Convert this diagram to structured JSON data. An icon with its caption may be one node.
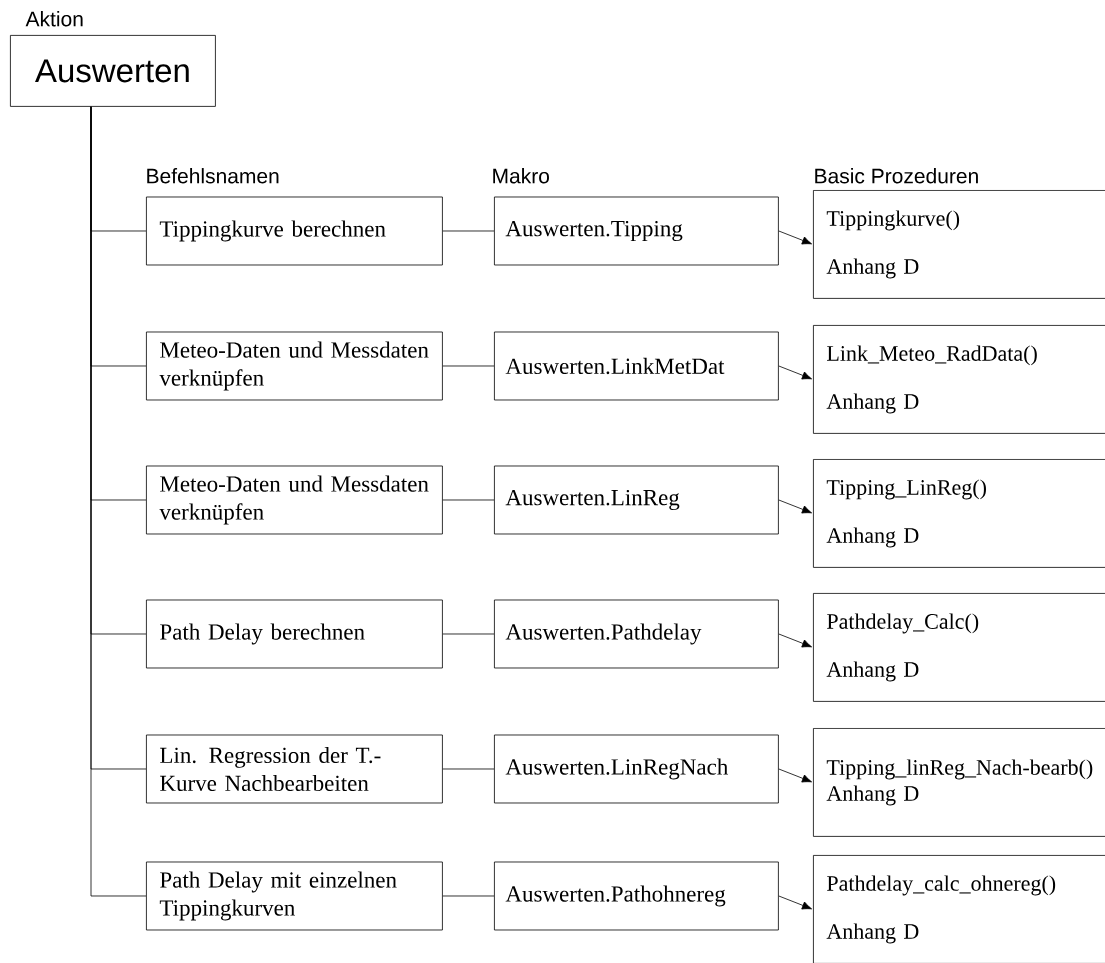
{
  "diagram": {
    "nodes": [
      {
        "text": [
          "Auswerten"
        ],
        "beside": [
          "Aktion"
        ]
      },
      {
        "text": [
          "Tippingkurve berechnen"
        ]
      },
      {
        "text": [
          "Auswerten.Tipping"
        ]
      },
      {
        "text": [
          "Tippingkurve()",
          "Anhang D"
        ]
      },
      {
        "text": [
          "Meteo-Daten und Messdaten verknüpfen"
        ]
      },
      {
        "text": [
          "Auswerten.LinkMetDat"
        ]
      },
      {
        "text": [
          "Link_Meteo_RadData()",
          "Anhang D"
        ]
      },
      {
        "text": [
          "Meteo-Daten und Messdaten verknüpfen"
        ]
      },
      {
        "text": [
          "Auswerten.LinReg"
        ]
      },
      {
        "text": [
          "Tipping_LinReg()",
          "Anhang D"
        ]
      },
      {
        "text": [
          "Path Delay berechnen"
        ]
      },
      {
        "text": [
          "Auswerten.Pathdelay"
        ]
      },
      {
        "text": [
          "Pathdelay_Calc()",
          "Anhang D"
        ]
      },
      {
        "text": [
          "Lin. Regression der T.-Kurve Nachbearbeiten"
        ]
      },
      {
        "text": [
          "Auswerten.LinRegNach"
        ]
      },
      {
        "text": [
          "Tipping_linReg_Nach-bearb()",
          "Anhang D"
        ]
      },
      {
        "text": [
          "Path Delay mit einzelnen Tippingkurven"
        ]
      },
      {
        "text": [
          "Auswerten.Pathohnereg"
        ]
      },
      {
        "text": [
          "Pathdelay_calc_ohnereg()",
          "Anhang D"
        ]
      }
    ],
    "edges": [
      {
        "from": 0,
        "to": 1,
        "arrow": "none"
      },
      {
        "from": 1,
        "to": 2,
        "arrow": "none"
      },
      {
        "from": 2,
        "to": 3,
        "arrow": "to"
      },
      {
        "from": 0,
        "to": 4,
        "arrow": "none"
      },
      {
        "from": 4,
        "to": 5,
        "arrow": "none"
      },
      {
        "from": 5,
        "to": 6,
        "arrow": "to"
      },
      {
        "from": 0,
        "to": 7,
        "arrow": "none"
      },
      {
        "from": 7,
        "to": 8,
        "arrow": "none"
      },
      {
        "from": 8,
        "to": 9,
        "arrow": "to"
      },
      {
        "from": 0,
        "to": 10,
        "arrow": "none"
      },
      {
        "from": 10,
        "to": 11,
        "arrow": "none"
      },
      {
        "from": 11,
        "to": 12,
        "arrow": "to"
      },
      {
        "from": 0,
        "to": 13,
        "arrow": "none"
      },
      {
        "from": 13,
        "to": 14,
        "arrow": "none"
      },
      {
        "from": 14,
        "to": 15,
        "arrow": "to"
      },
      {
        "from": 0,
        "to": 16,
        "arrow": "none"
      },
      {
        "from": 16,
        "to": 17,
        "arrow": "none"
      },
      {
        "from": 17,
        "to": 18,
        "arrow": "to"
      }
    ],
    "labels": [
      "Befehlsnamen",
      "Makro",
      "Basic Prozeduren"
    ]
  }
}
